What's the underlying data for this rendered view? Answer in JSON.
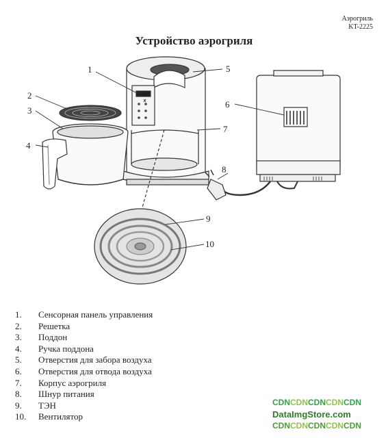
{
  "header": {
    "product": "Аэрогриль",
    "model": "KT-2225"
  },
  "title": "Устройство аэрогриля",
  "callouts": [
    "1",
    "2",
    "3",
    "4",
    "5",
    "6",
    "7",
    "8",
    "9",
    "10"
  ],
  "parts": [
    {
      "num": "1.",
      "label": "Сенсорная панель управления"
    },
    {
      "num": "2.",
      "label": "Решетка"
    },
    {
      "num": "3.",
      "label": "Поддон"
    },
    {
      "num": "4.",
      "label": "Ручка поддона"
    },
    {
      "num": "5.",
      "label": "Отверстия для забора воздуха"
    },
    {
      "num": "6.",
      "label": "Отверстия для отвода воздуха"
    },
    {
      "num": "7.",
      "label": "Корпус аэрогриля"
    },
    {
      "num": "8.",
      "label": "Шнур питания"
    },
    {
      "num": "9.",
      "label": "ТЭН"
    },
    {
      "num": "10.",
      "label": "Вентилятор"
    }
  ],
  "watermark": {
    "line1": [
      "CDN",
      "CDN",
      "CDN",
      "CDN",
      "CDN"
    ],
    "line2": "DataImgStore.com",
    "line3": [
      "CDN",
      "CDN",
      "CDN",
      "CDN",
      "CDN"
    ]
  }
}
